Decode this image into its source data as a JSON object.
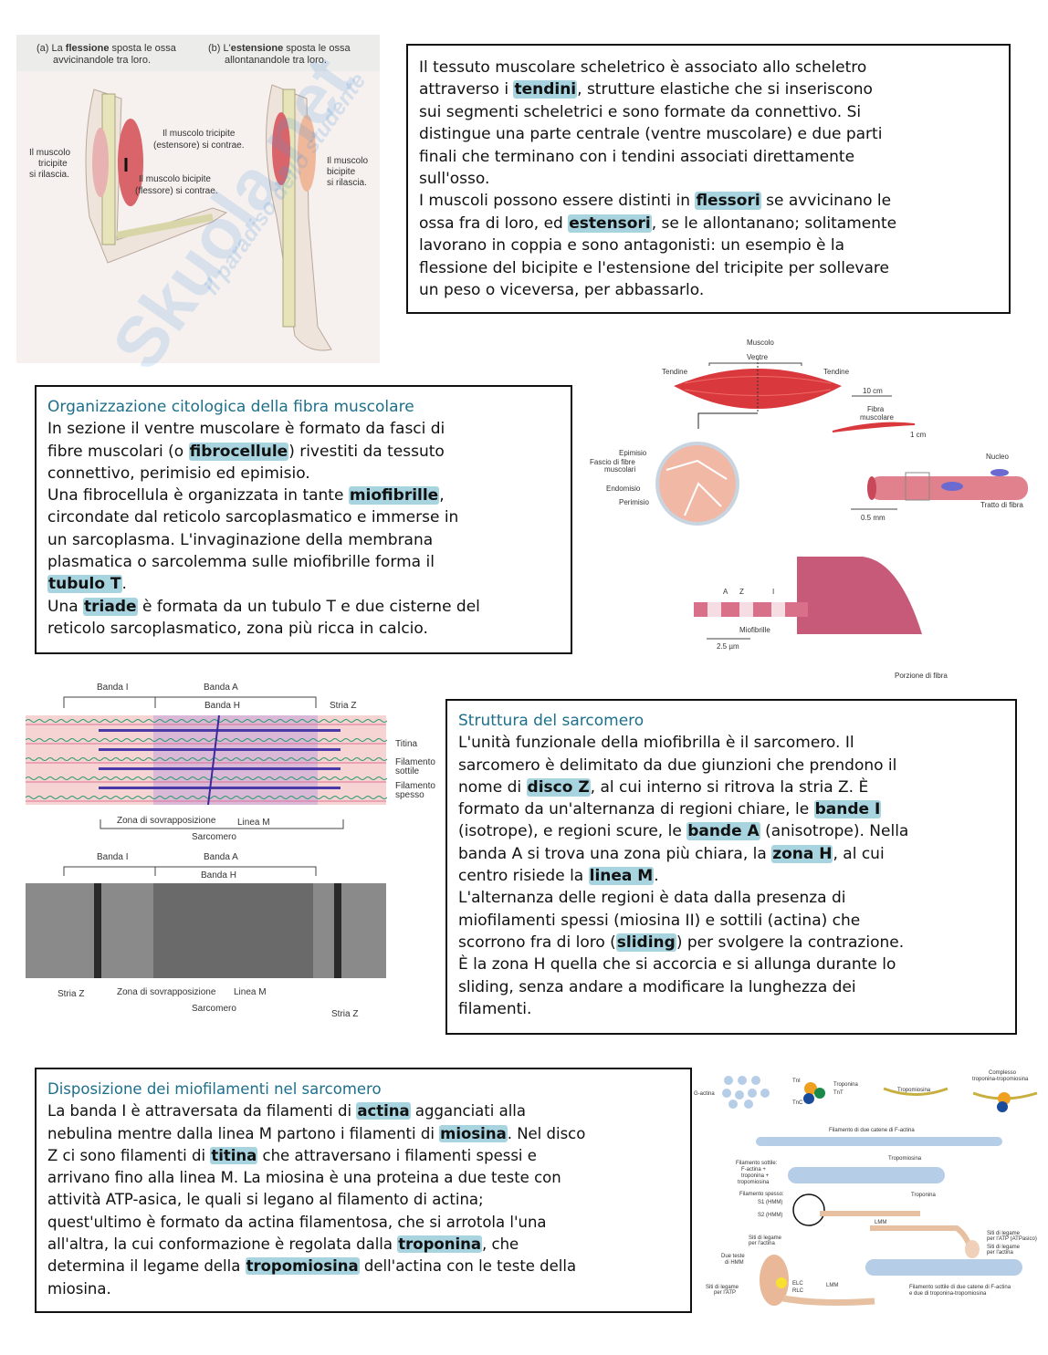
{
  "watermark": {
    "brand": "Skuola.net",
    "tagline": "il paradiso dello studente"
  },
  "colors": {
    "highlight": "#a8d4df",
    "title": "#1d6f8a",
    "muscle": "#d9383c"
  },
  "arm_figure": {
    "caption_a_bold": "flessione",
    "caption_a_prefix": "(a) La ",
    "caption_a_suffix": " sposta le ossa",
    "caption_a_line2": "avvicinandole tra loro.",
    "caption_b_prefix": "(b) L'",
    "caption_b_bold": "estensione",
    "caption_b_suffix": " sposta le ossa",
    "caption_b_line2": "allontanandole tra loro.",
    "labels": [
      "Il muscolo",
      "tricipite",
      "si rilascia.",
      "Il muscolo tricipite",
      "(estensore) si contrae.",
      "Il muscolo bicipite",
      "(flessore) si contrae.",
      "Il muscolo",
      "bicipite",
      "si rilascia."
    ]
  },
  "box1": {
    "lines": [
      [
        "Il tessuto muscolare scheletrico è associato allo scheletro"
      ],
      [
        "attraverso i ",
        {
          "hl": "tendini"
        },
        ", strutture elastiche che si inseriscono"
      ],
      [
        "sui segmenti scheletrici e sono formate da connettivo. Si"
      ],
      [
        "distingue una parte centrale (ventre muscolare) e due parti"
      ],
      [
        "finali che terminano con i tendini associati direttamente"
      ],
      [
        "sull'osso."
      ],
      [
        "I muscoli possono essere distinti in ",
        {
          "hl": "flessori"
        },
        " se avvicinano le"
      ],
      [
        "ossa fra di loro, ed ",
        {
          "hl": "estensori"
        },
        ", se le allontanano; solitamente"
      ],
      [
        "lavorano in coppia e sono antagonisti: un esempio è la"
      ],
      [
        "flessione del bicipite e l'estensione del tricipite per sollevare"
      ],
      [
        "un peso o viceversa, per abbassarlo."
      ]
    ]
  },
  "box2": {
    "title": "Organizzazione citologica della fibra muscolare",
    "lines": [
      [
        "In sezione il ventre muscolare è formato da fasci di"
      ],
      [
        "fibre muscolari (o ",
        {
          "hl": "fibrocellule"
        },
        ") rivestiti da tessuto"
      ],
      [
        "connettivo, perimisio ed epimisio."
      ],
      [
        "Una fibrocellula è organizzata in tante ",
        {
          "hl": "miofibrille"
        },
        ","
      ],
      [
        "circondate dal reticolo sarcoplasmatico e immerse in"
      ],
      [
        "un sarcoplasma. L'invaginazione della membrana"
      ],
      [
        "plasmatica o sarcolemma sulle miofibrille forma il"
      ],
      [
        {
          "hl": "tubulo T"
        },
        "."
      ],
      [
        "Una ",
        {
          "hl": "triade"
        },
        " è formata da un tubulo T e due cisterne del"
      ],
      [
        "reticolo sarcoplasmatico, zona più ricca in calcio."
      ]
    ]
  },
  "muscle_figure": {
    "labels": {
      "muscolo": "Muscolo",
      "ventre": "Ventre",
      "tendine_l": "Tendine",
      "tendine_r": "Tendine",
      "scale_10cm": "10 cm",
      "fibra": "Fibra",
      "muscolare": "muscolare",
      "scale_1cm": "1 cm",
      "epimisio": "Epimisio",
      "fascio1": "Fascio di fibre",
      "fascio2": "muscolari",
      "endomisio": "Endomisio",
      "perimisio": "Perimisio",
      "nucleo": "Nucleo",
      "tratto": "Tratto di fibra",
      "scale_05mm": "0.5 mm",
      "a": "A",
      "z": "Z",
      "i": "I",
      "miofibrille": "Miofibrille",
      "scale_25um": "2.5 µm",
      "porzione": "Porzione di fibra"
    }
  },
  "sarcomere_figure": {
    "top": {
      "banda_i": "Banda I",
      "banda_a": "Banda A",
      "banda_h": "Banda H",
      "stria_z": "Stria Z",
      "titina": "Titina",
      "sottile1": "Filamento",
      "sottile2": "sottile",
      "spesso1": "Filamento",
      "spesso2": "spesso",
      "zona": "Zona di sovrapposizione",
      "linea_m": "Linea M",
      "sarcomero": "Sarcomero"
    },
    "bottom": {
      "banda_i": "Banda I",
      "banda_a": "Banda A",
      "banda_h": "Banda H",
      "stria_z_l": "Stria Z",
      "zona": "Zona di sovrapposizione",
      "linea_m": "Linea M",
      "sarcomero": "Sarcomero",
      "stria_z_r": "Stria Z"
    }
  },
  "box3": {
    "title": "Struttura del sarcomero",
    "lines": [
      [
        "L'unità funzionale della miofibrilla è il sarcomero. Il"
      ],
      [
        "sarcomero è delimitato da due giunzioni che prendono il"
      ],
      [
        "nome di ",
        {
          "hl": "disco Z"
        },
        ", al cui interno si ritrova la stria Z. È"
      ],
      [
        "formato da un'alternanza di regioni chiare, le ",
        {
          "hl": "bande I"
        }
      ],
      [
        "(isotrope), e regioni scure, le ",
        {
          "hl": "bande A"
        },
        " (anisotrope). Nella"
      ],
      [
        "banda A si trova una zona più chiara, la ",
        {
          "hl": "zona H"
        },
        ", al cui"
      ],
      [
        "centro risiede la ",
        {
          "hl": "linea M"
        },
        "."
      ],
      [
        "L'alternanza delle regioni è data dalla presenza di"
      ],
      [
        "miofilamenti spessi (miosina II) e sottili (actina) che"
      ],
      [
        "scorrono fra di loro (",
        {
          "hl": "sliding"
        },
        ") per svolgere la contrazione."
      ],
      [
        "È la zona H quella che si accorcia e si allunga durante lo"
      ],
      [
        "sliding, senza andare a modificare la lunghezza dei"
      ],
      [
        "filamenti."
      ]
    ]
  },
  "box4": {
    "title": "Disposizione dei miofilamenti nel sarcomero",
    "lines": [
      [
        "La banda I è attraversata da filamenti di ",
        {
          "hl": "actina"
        },
        " agganciati alla"
      ],
      [
        "nebulina mentre dalla linea M partono i filamenti di ",
        {
          "hl": "miosina"
        },
        ". Nel disco"
      ],
      [
        "Z ci sono filamenti di ",
        {
          "hl": "titina"
        },
        " che attraversano i filamenti spessi e"
      ],
      [
        "arrivano fino alla linea M. La miosina è una proteina a due teste con"
      ],
      [
        "attività ATP-asica, le quali si legano al filamento di actina;"
      ],
      [
        "quest'ultimo è formato da actina filamentosa, che si arrotola l'una"
      ],
      [
        "all'altra, la cui conformazione è regolata dalla ",
        {
          "hl": "troponina"
        },
        ", che"
      ],
      [
        "determina il legame della ",
        {
          "hl": "tropomiosina"
        },
        " dell'actina con le teste della"
      ],
      [
        "miosina."
      ]
    ]
  },
  "filament_figure": {
    "labels": {
      "gactina": "G-actina",
      "tni": "TnI",
      "troponina": "Troponina",
      "tnt": "TnT",
      "tnc": "TnC",
      "tropomiosina": "Tropomiosina",
      "complesso1": "Complesso",
      "complesso2": "troponina-tropomiosina",
      "factina": "Filamento di due catene di F-actina",
      "sottile1": "Filamento sottile:",
      "sottile2": "F-actina +",
      "sottile3": "troponina +",
      "sottile4": "tropomiosina",
      "tropomiosina2": "Tropomiosina",
      "troponina2": "Troponina",
      "spesso": "Filamento spesso:",
      "s1": "S1 (HMM)",
      "s2": "S2 (HMM)",
      "lmm": "LMM",
      "siti_atp1": "Siti di legame",
      "siti_atp2": "per l'ATP (ATPasico)",
      "siti_act1": "Siti di legame",
      "siti_act2": "per l'actina",
      "siti_actina1": "Siti di legame",
      "siti_actina2": "per l'actina",
      "due_teste1": "Due teste",
      "due_teste2": "di HMM",
      "siti_atp_b1": "Siti di legame",
      "siti_atp_b2": "per l'ATP",
      "elc": "ELC",
      "rlc": "RLC",
      "lmm2": "LMM",
      "caption1": "Filamento sottile di due catene di F-actina",
      "caption2": "e due di troponina-tropomiosina"
    }
  }
}
